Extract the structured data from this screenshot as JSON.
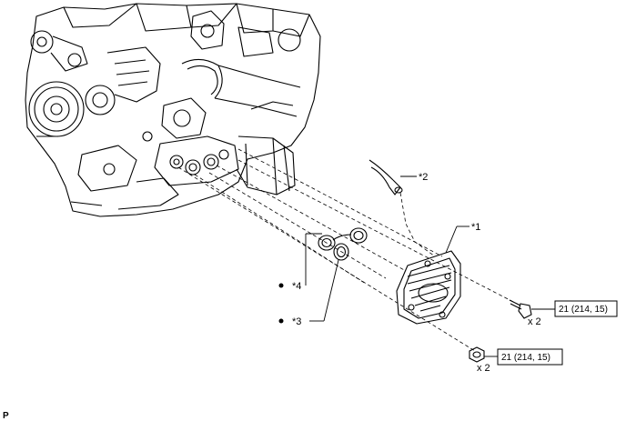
{
  "callouts": {
    "c1": "*1",
    "c2": "*2",
    "c3": "*3",
    "c4": "*4"
  },
  "torque": {
    "upper": {
      "value": "21 (214, 15)",
      "qty": "x 2"
    },
    "lower": {
      "value": "21 (214, 15)",
      "qty": "x 2"
    }
  },
  "figure_code": "P"
}
